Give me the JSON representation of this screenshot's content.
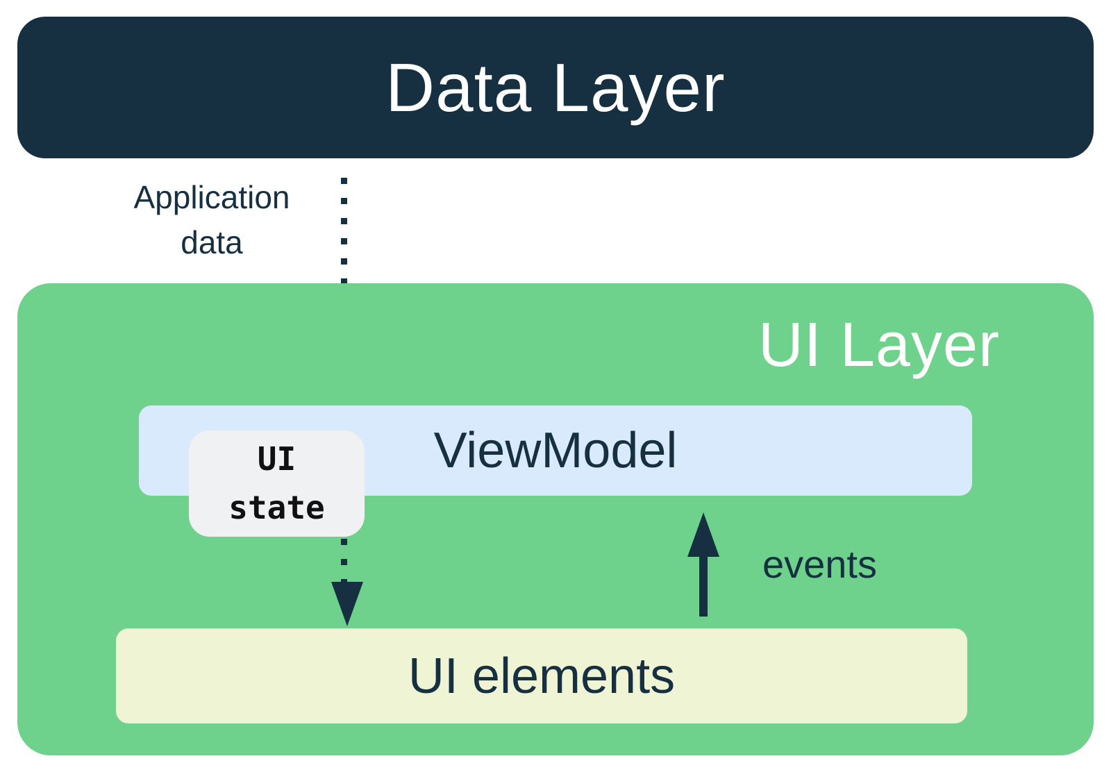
{
  "palette": {
    "navy": "#163042",
    "green": "#6ED18C",
    "light_blue": "#D8EAFC",
    "cream": "#EFF5D4",
    "badge_bg": "#F0F1F3",
    "white": "#FFFFFF",
    "badge_text": "#111111"
  },
  "data_layer": {
    "label": "Data Layer"
  },
  "ui_layer": {
    "label": "UI Layer",
    "viewmodel": {
      "label": "ViewModel"
    },
    "ui_state": {
      "line1": "UI",
      "line2": "state"
    },
    "ui_elements": {
      "label": "UI elements"
    }
  },
  "flows": {
    "application_data": {
      "line1": "Application",
      "line2": "data",
      "direction": "down",
      "style": "dotted"
    },
    "state_to_elements": {
      "direction": "down",
      "style": "dotted"
    },
    "events": {
      "label": "events",
      "direction": "up",
      "style": "solid"
    }
  }
}
